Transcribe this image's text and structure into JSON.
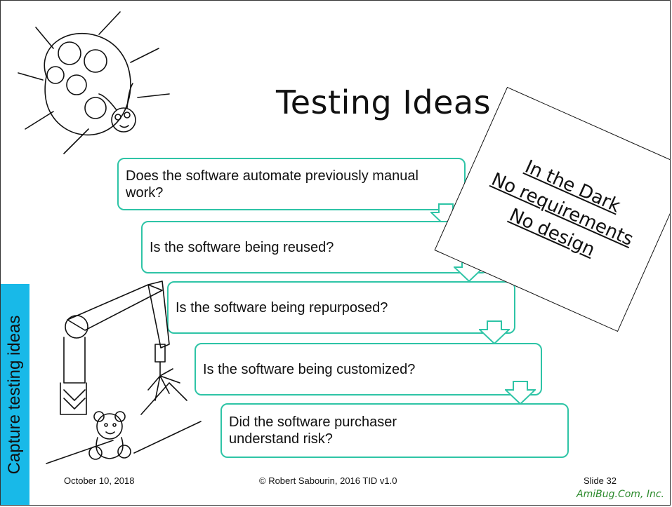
{
  "slide": {
    "title": "Testing Ideas",
    "side_label": "Capture testing ideas",
    "steps": [
      {
        "text": "Does the software automate previously manual work?"
      },
      {
        "text": "Is the software being reused?"
      },
      {
        "text": "Is the software being repurposed?"
      },
      {
        "text": "Is the software being customized?"
      },
      {
        "text": "Did the software purchaser understand risk?"
      }
    ],
    "callout": {
      "line1": "In the Dark",
      "line2": "No requirements",
      "line3": "No design"
    }
  },
  "footer": {
    "date": "October 10, 2018",
    "copyright": "© Robert Sabourin, 2016 TID v1.0",
    "slide_number": "Slide 32",
    "brand": "AmiBug.Com, Inc."
  },
  "colors": {
    "flow_border": "#2ec4a6",
    "side_tab": "#18b9e8",
    "brand": "#2c8a2c"
  },
  "icons": {
    "ladybug": "ladybug-illustration",
    "robot_arm": "robot-arm-illustration",
    "teddy_bear": "teddy-bear-illustration"
  }
}
